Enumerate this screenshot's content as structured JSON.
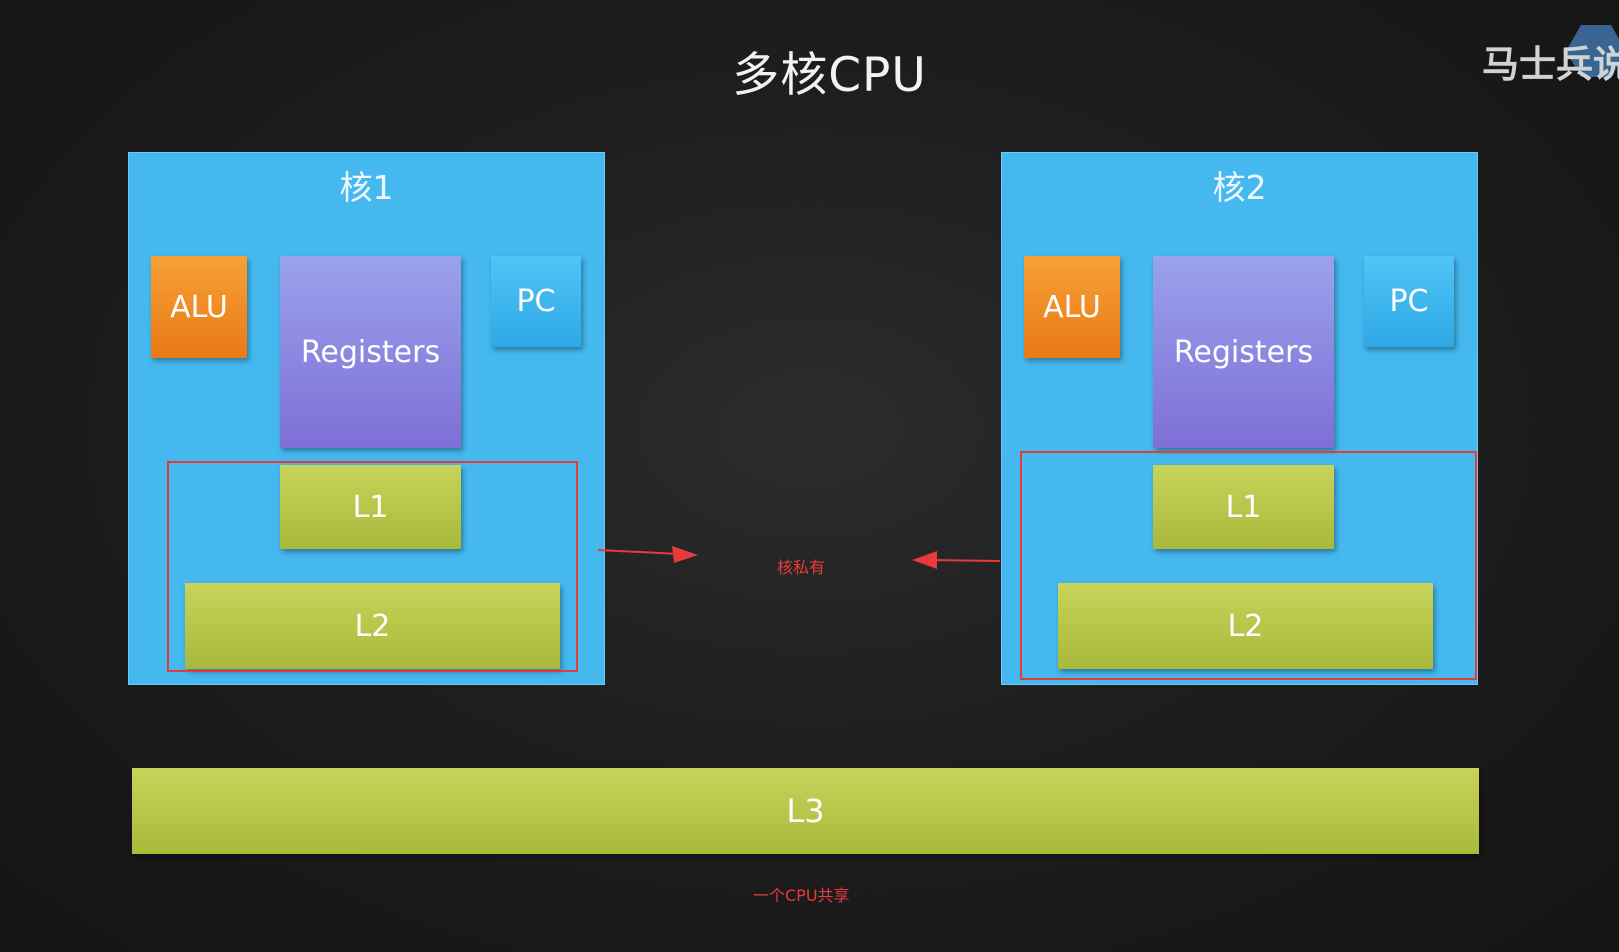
{
  "title": "多核CPU",
  "watermark": "马士兵说",
  "cores": [
    {
      "label": "核1",
      "alu": "ALU",
      "registers": "Registers",
      "pc": "PC",
      "l1": "L1",
      "l2": "L2"
    },
    {
      "label": "核2",
      "alu": "ALU",
      "registers": "Registers",
      "pc": "PC",
      "l1": "L1",
      "l2": "L2"
    }
  ],
  "shared_cache": "L3",
  "annotations": {
    "private": "核私有",
    "shared": "一个CPU共享"
  },
  "colors": {
    "core_bg": "#45b9ef",
    "alu": "#f08c26",
    "registers": "#8a8ae0",
    "pc": "#3db6ee",
    "cache": "#b8c64a",
    "highlight": "#e53b3b"
  }
}
